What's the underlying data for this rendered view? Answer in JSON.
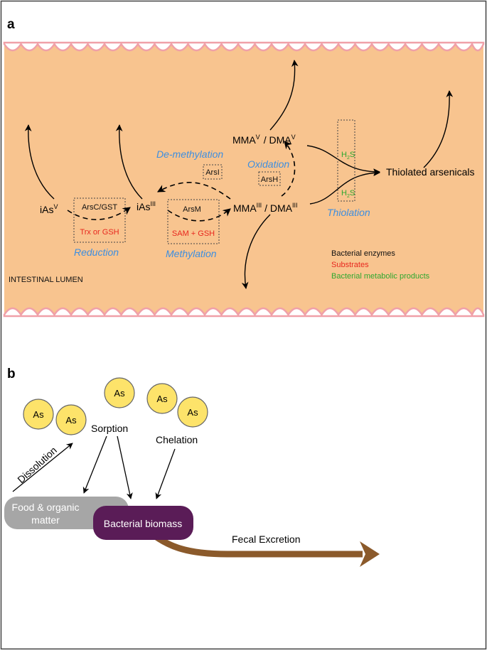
{
  "panel_a": {
    "label": "a",
    "lumen_label": "INTESTINAL LUMEN",
    "species": {
      "ias5": {
        "base": "iAs",
        "sup": "V"
      },
      "ias3": {
        "base": "iAs",
        "sup": "III"
      },
      "mma3": {
        "base": "MMA",
        "sup": "III"
      },
      "dma3_sep": " / DMA",
      "dma3_sup": "III",
      "mma5": {
        "base": "MMA",
        "sup": "V"
      },
      "dma5_sep": "/ DMA",
      "dma5_sup": "V",
      "thiolated": "Thiolated arsenicals"
    },
    "enzymes": {
      "arsc_gst": "ArsC/GST",
      "arsm": "ArsM",
      "arsi": "ArsI",
      "arsh": "ArsH"
    },
    "substrates": {
      "trx_gsh": "Trx or GSH",
      "sam_gsh": "SAM + GSH"
    },
    "products": {
      "h2s_top": {
        "base": "H",
        "sub": "2",
        "rest": "S"
      },
      "h2s_bottom": {
        "base": "H",
        "sub": "2",
        "rest": "S"
      }
    },
    "processes": {
      "reduction": "Reduction",
      "methylation": "Methylation",
      "demethylation": "De-methylation",
      "oxidation": "Oxidation",
      "thiolation": "Thiolation"
    },
    "legend": {
      "enzymes": "Bacterial enzymes",
      "substrates": "Substrates",
      "products": "Bacterial metabolic products"
    },
    "colors": {
      "lumen": "#f8c48f",
      "villi": "#f0a0a8",
      "process_label": "#3d8ee0",
      "substrate": "#e8271e",
      "product": "#2fa82f",
      "enzyme": "#111111"
    }
  },
  "panel_b": {
    "label": "b",
    "arsenic_label": "As",
    "processes": {
      "dissolution": "Dissolution",
      "sorption": "Sorption",
      "chelation": "Chelation",
      "fecal": "Fecal Excretion"
    },
    "pools": {
      "food_line1": "Food & organic",
      "food_line2": "matter",
      "bacterial": "Bacterial biomass"
    },
    "colors": {
      "arsenic": "#fde36a",
      "food": "#a6a6a6",
      "bacterial": "#5a1c57",
      "fecal_arrow": "#8b5a2b"
    }
  }
}
